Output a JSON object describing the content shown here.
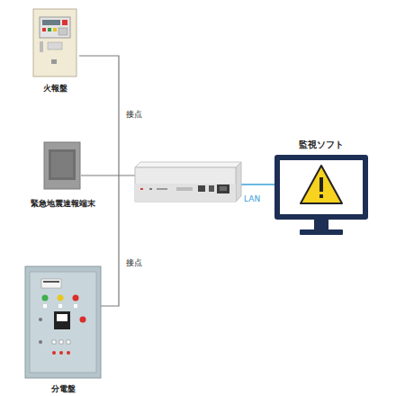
{
  "diagram": {
    "nodes": [
      {
        "text": [
          "火報盤"
        ]
      },
      {
        "text": [
          "緊急地震速報端末"
        ]
      },
      {
        "text": [
          "分電盤"
        ]
      },
      {
        "text": [
          "監視ソフト"
        ]
      }
    ],
    "labels": [
      "接点",
      "接点",
      "LAN"
    ]
  }
}
